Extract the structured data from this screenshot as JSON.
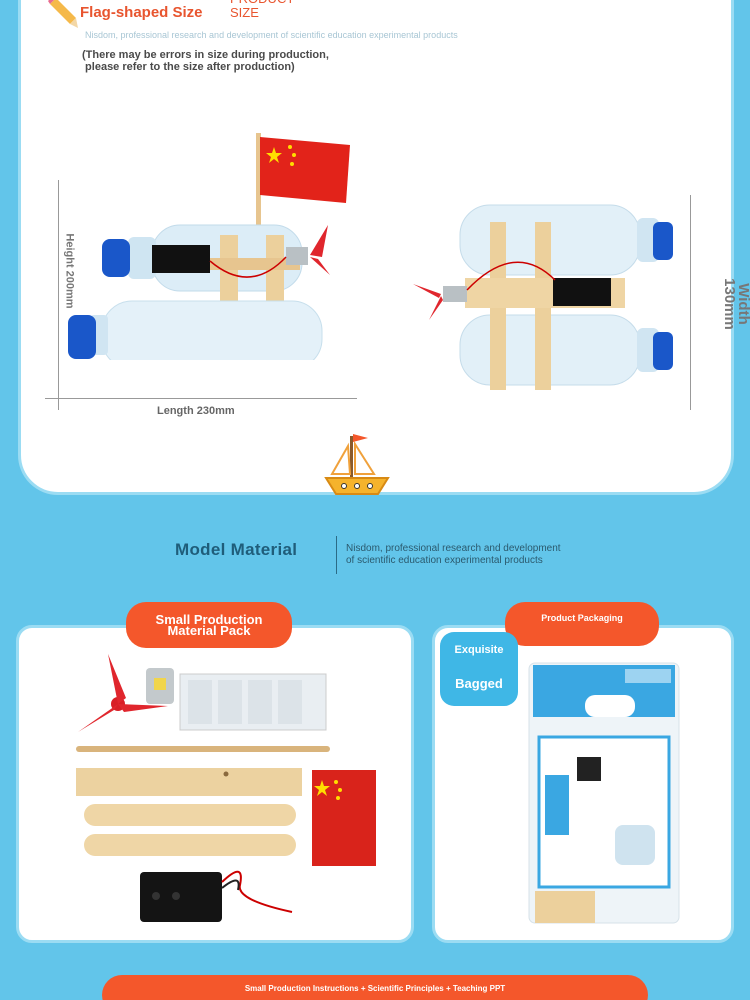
{
  "header": {
    "title": "Flag-shaped Size",
    "subtitle": "PRODUCT SIZE",
    "tagline": "Nisdom, professional research and development of scientific education experimental products",
    "note_line1": "(There may be errors in size during production,",
    "note_line2": " please refer to the size after production)"
  },
  "dimensions": {
    "height": "Height 200mm",
    "length": "Length 230mm",
    "width_line1": "Width",
    "width_line2": "130mm"
  },
  "model_material": {
    "title": "Model Material",
    "desc_line1": "Nisdom, professional research and development",
    "desc_line2": "of scientific education experimental products"
  },
  "cards": {
    "left_pill_line1": "Small Production",
    "left_pill_line2": "Material Pack",
    "right_pill": "Product Packaging",
    "badge_line1": "Exquisite",
    "badge_line2": "Bagged"
  },
  "bottom_banner": "Small Production Instructions + Scientific Principles + Teaching PPT",
  "colors": {
    "accent": "#f4572b",
    "background": "#62c5ea",
    "heading": "#1f5d7a"
  }
}
